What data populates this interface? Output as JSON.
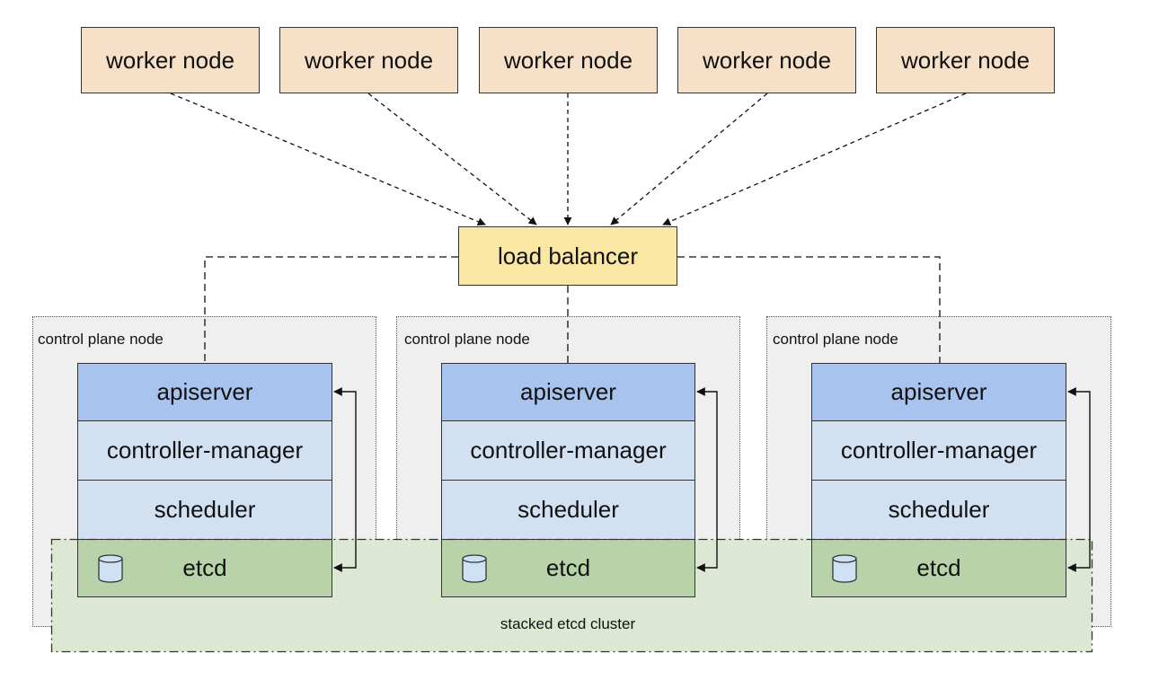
{
  "workers": [
    "worker node",
    "worker node",
    "worker node",
    "worker node",
    "worker node"
  ],
  "load_balancer": {
    "label": "load balancer"
  },
  "control_plane_nodes": [
    {
      "label": "control plane node",
      "apiserver": "apiserver",
      "controller_manager": "controller-manager",
      "scheduler": "scheduler",
      "etcd": "etcd"
    },
    {
      "label": "control plane node",
      "apiserver": "apiserver",
      "controller_manager": "controller-manager",
      "scheduler": "scheduler",
      "etcd": "etcd"
    },
    {
      "label": "control plane node",
      "apiserver": "apiserver",
      "controller_manager": "controller-manager",
      "scheduler": "scheduler",
      "etcd": "etcd"
    }
  ],
  "etcd_cluster": {
    "label": "stacked etcd cluster"
  },
  "icons": {
    "etcd_store": "database-icon"
  },
  "colors": {
    "worker_fill": "#f6e1c8",
    "lb_fill": "#fbe7a4",
    "apiserver_fill": "#a9c3ef",
    "controller_fill": "#d1e1f2",
    "etcd_fill": "#b8d3a9",
    "cluster_fill": "#dde8d4",
    "control_plane_fill": "#efefef"
  }
}
